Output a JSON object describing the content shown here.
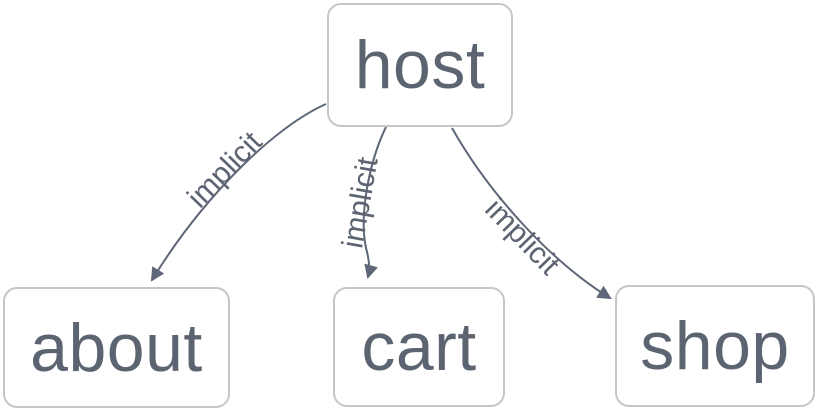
{
  "diagram": {
    "type": "flowchart-graph",
    "background_color": "#ffffff",
    "colors": {
      "node_fill": "#ffffff",
      "node_border": "#c6c6c6",
      "node_text": "#5c6472",
      "edge_stroke": "#5d6777",
      "edge_label_text": "#5c6472"
    },
    "nodes": [
      {
        "id": "host",
        "label": "host"
      },
      {
        "id": "about",
        "label": "about"
      },
      {
        "id": "cart",
        "label": "cart"
      },
      {
        "id": "shop",
        "label": "shop"
      }
    ],
    "edges": [
      {
        "from": "host",
        "to": "about",
        "label": "implicit",
        "arrow": "triangle"
      },
      {
        "from": "host",
        "to": "cart",
        "label": "implicit",
        "arrow": "triangle"
      },
      {
        "from": "host",
        "to": "shop",
        "label": "implicit",
        "arrow": "triangle"
      }
    ]
  }
}
